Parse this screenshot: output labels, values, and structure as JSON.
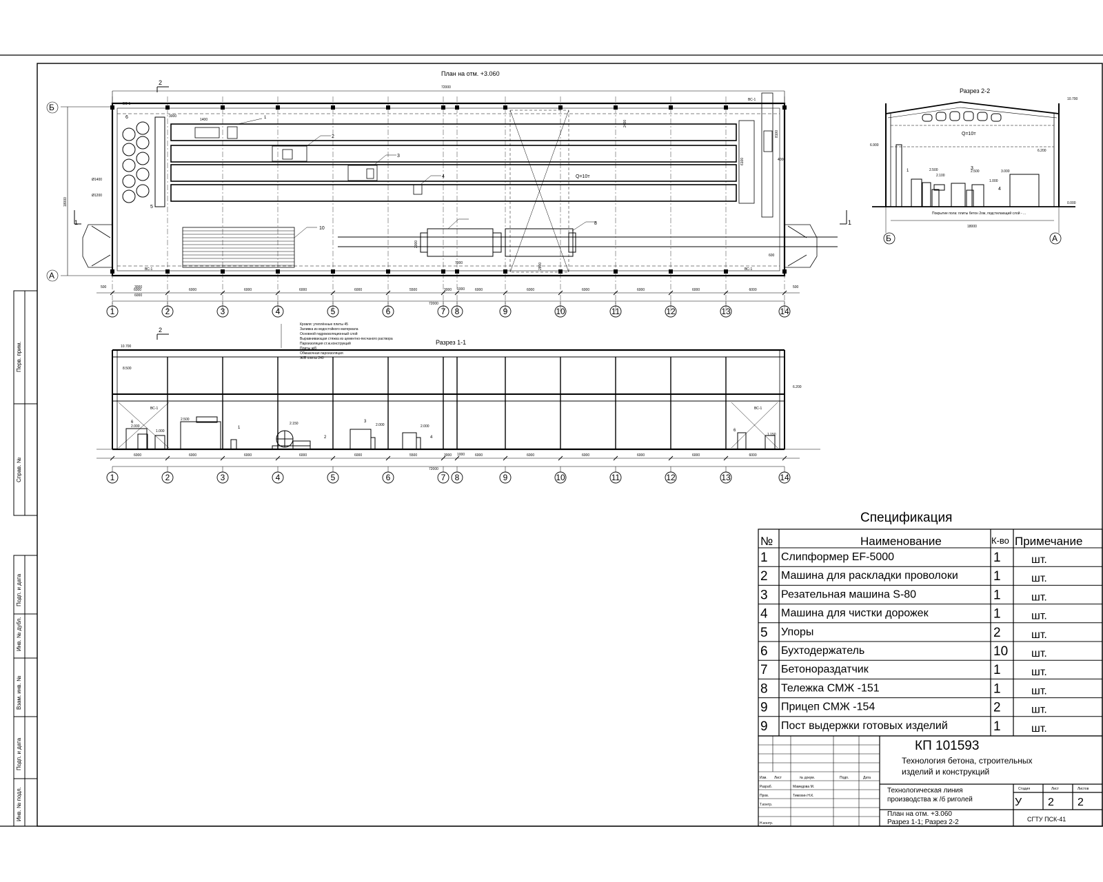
{
  "views": {
    "plan": {
      "title": "План на отм. +3.060",
      "axis_rows": [
        "Б",
        "А"
      ],
      "overall_length": "72000",
      "overall_width": "18000",
      "bay_dims": [
        "6000",
        "6000",
        "6000",
        "6000",
        "6000",
        "5500",
        "3000",
        "6000",
        "6000",
        "6000",
        "6000",
        "6000",
        "6000"
      ],
      "end_offsets": [
        "500",
        "500"
      ],
      "small_dims": [
        "3000",
        "6000",
        "1000",
        "3000",
        "1400",
        "6100",
        "2000",
        "7000",
        "2800",
        "2400",
        "8100",
        "4000",
        "600",
        "500"
      ],
      "circle_diams": [
        "Ø1400",
        "Ø1200"
      ],
      "labels": [
        "ВС-1",
        "ВС-1",
        "ВС-1",
        "ВС-1",
        "Q=10т",
        "1",
        "2",
        "3",
        "4",
        "5",
        "6",
        "8",
        "10"
      ],
      "section_marks": [
        "2",
        "2",
        "1",
        "1"
      ]
    },
    "sec11": {
      "title": "Разрез 1-1",
      "level_marks": [
        "10.700",
        "8.500",
        "6.200",
        "2.000",
        "1.000",
        "2.500",
        "2.150",
        "2.000",
        "2.000",
        "1.150"
      ],
      "notes": [
        "Кровля: утеплённые плиты  45",
        "Заливка из водостойкого материала",
        "Основной гидроизоляционный слой",
        "Выравнивающая стяжка из цементно-песчаного раствора",
        "Пароизоляция ст.ж.конструкций",
        "Плиты ж/б",
        "Обмазочная пароизоляция",
        "Ж/Б плиты 240"
      ],
      "labels": [
        "ВС-1",
        "ВС-1",
        "1",
        "2",
        "3",
        "4",
        "6",
        "6"
      ],
      "bay_dims": [
        "6000",
        "6000",
        "6000",
        "6000",
        "6000",
        "5500",
        "3000",
        "6000",
        "6000",
        "6000",
        "6000",
        "6000",
        "6000"
      ],
      "overall_length": "72000",
      "small_dims": [
        "1000"
      ]
    },
    "sec22": {
      "title": "Разрез 2-2",
      "level_marks": [
        "10.700",
        "6.200",
        "0.000",
        "6.900",
        "2.500",
        "2.100",
        "2.500",
        "1.000",
        "3.000"
      ],
      "crane": "Q=10т",
      "labels": [
        "1",
        "3",
        "4"
      ],
      "floor_note": "Покрытие пола: плиты бетон 2ом, подстилающий слой - ...",
      "width": "18000",
      "axes": [
        "Б",
        "А"
      ]
    },
    "axis_numbers": [
      "1",
      "2",
      "3",
      "4",
      "5",
      "6",
      "7",
      "8",
      "9",
      "10",
      "11",
      "12",
      "13",
      "14"
    ]
  },
  "spec": {
    "title": "Спецификация",
    "headers": [
      "№",
      "Наименование",
      "К-во",
      "Примечание"
    ],
    "rows": [
      {
        "n": "1",
        "name": "Слипформер  EF-5000",
        "qty": "1",
        "note": "шт."
      },
      {
        "n": "2",
        "name": "Машина для раскладки проволоки",
        "qty": "1",
        "note": "шт."
      },
      {
        "n": "3",
        "name": "Резательная машина   S-80",
        "qty": "1",
        "note": "шт."
      },
      {
        "n": "4",
        "name": "Машина для чистки дорожек",
        "qty": "1",
        "note": "шт."
      },
      {
        "n": "5",
        "name": "Упоры",
        "qty": "2",
        "note": "шт."
      },
      {
        "n": "6",
        "name": "Бухтодержатель",
        "qty": "10",
        "note": "шт."
      },
      {
        "n": "7",
        "name": "Бетонораздатчик",
        "qty": "1",
        "note": "шт."
      },
      {
        "n": "8",
        "name": "Тележка СМЖ -151",
        "qty": "1",
        "note": "шт."
      },
      {
        "n": "9",
        "name": "Прицеп СМЖ -154",
        "qty": "2",
        "note": "шт."
      },
      {
        "n": "9",
        "name": "Пост выдержки готовых изделий",
        "qty": "1",
        "note": "шт."
      }
    ]
  },
  "title_block": {
    "code": "КП 101593",
    "subject": [
      "Технология бетона, строительных",
      "изделий и конструкций"
    ],
    "drawing_name": [
      "Технологическая линия",
      "производства ж /б риголей"
    ],
    "sheet_name": [
      "План на отм. +3.060",
      "Разрез 1-1; Разрез 2-2"
    ],
    "stage": "У",
    "sheet": "2",
    "sheets": "2",
    "org": "СГТУ ПСК-41",
    "col_heads": [
      "Изм.",
      "Лист",
      "№ докум.",
      "Подп.",
      "Дата"
    ],
    "role_rows": [
      "Разраб.",
      "Пров.",
      "Т.контр.",
      "Н.контр."
    ],
    "people": [
      "Мамедова М.",
      "Тимохин Н.К."
    ],
    "stage_heads": [
      "Стадия",
      "Лист",
      "Листов"
    ]
  },
  "side_stamps": [
    "Перв. прим.",
    "Справ. №",
    "Подп. и дата",
    "Инв. № дубл.",
    "Взам. инв. №",
    "Подп. и дата",
    "Инв. № подл."
  ]
}
